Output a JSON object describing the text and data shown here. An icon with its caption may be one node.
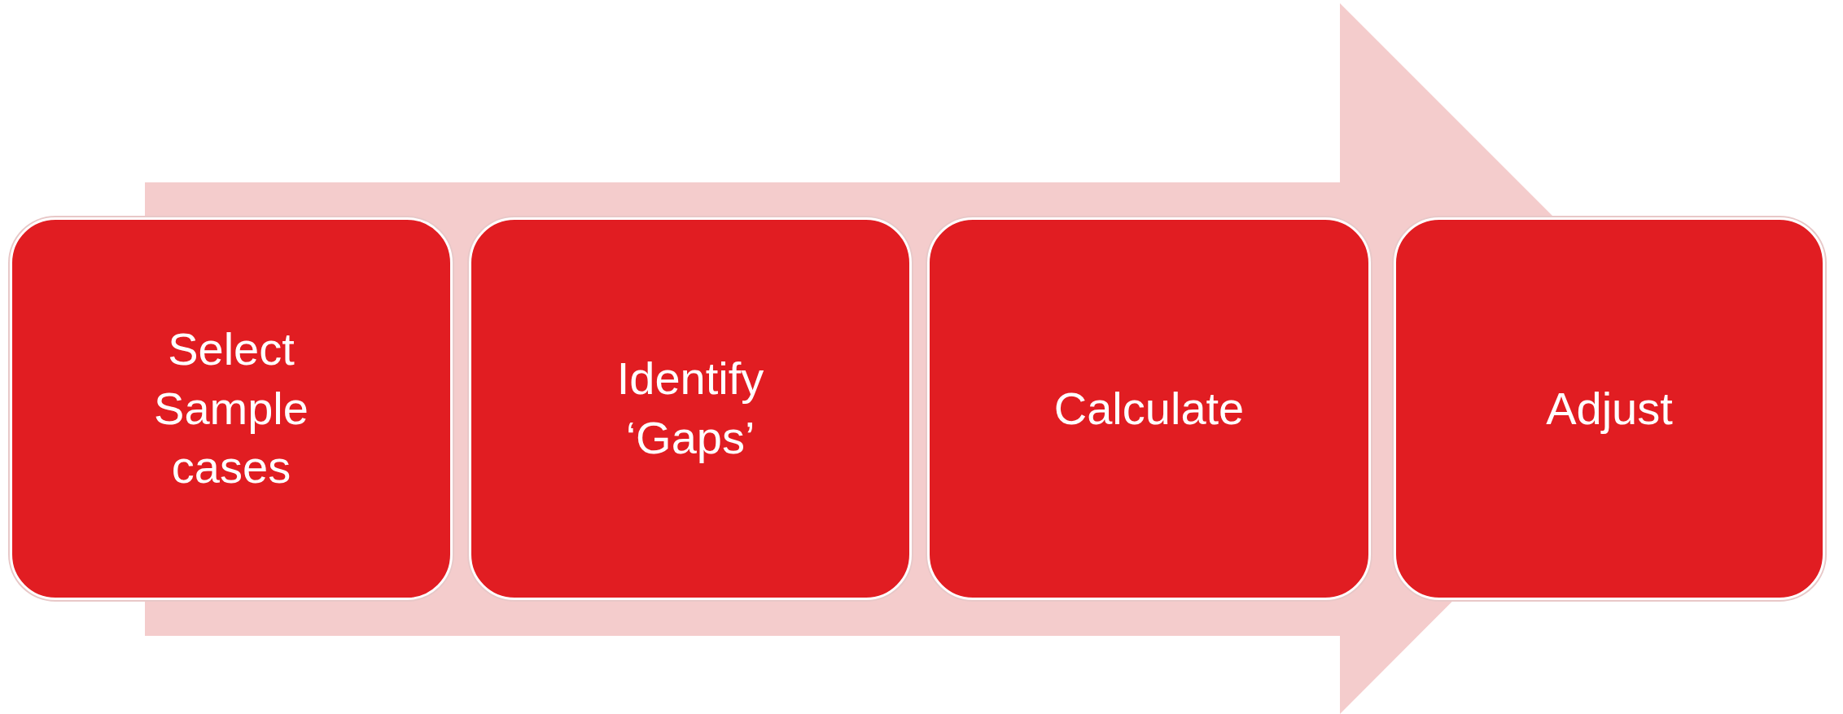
{
  "diagram": {
    "nodes": [
      {
        "text": [
          "Select Sample cases"
        ]
      },
      {
        "text": [
          "Identify ‘Gaps’"
        ]
      },
      {
        "text": [
          "Calculate"
        ]
      },
      {
        "text": [
          "Adjust"
        ]
      }
    ],
    "edges": [
      {
        "from": 0,
        "to": 3,
        "arrow": "to"
      }
    ]
  }
}
